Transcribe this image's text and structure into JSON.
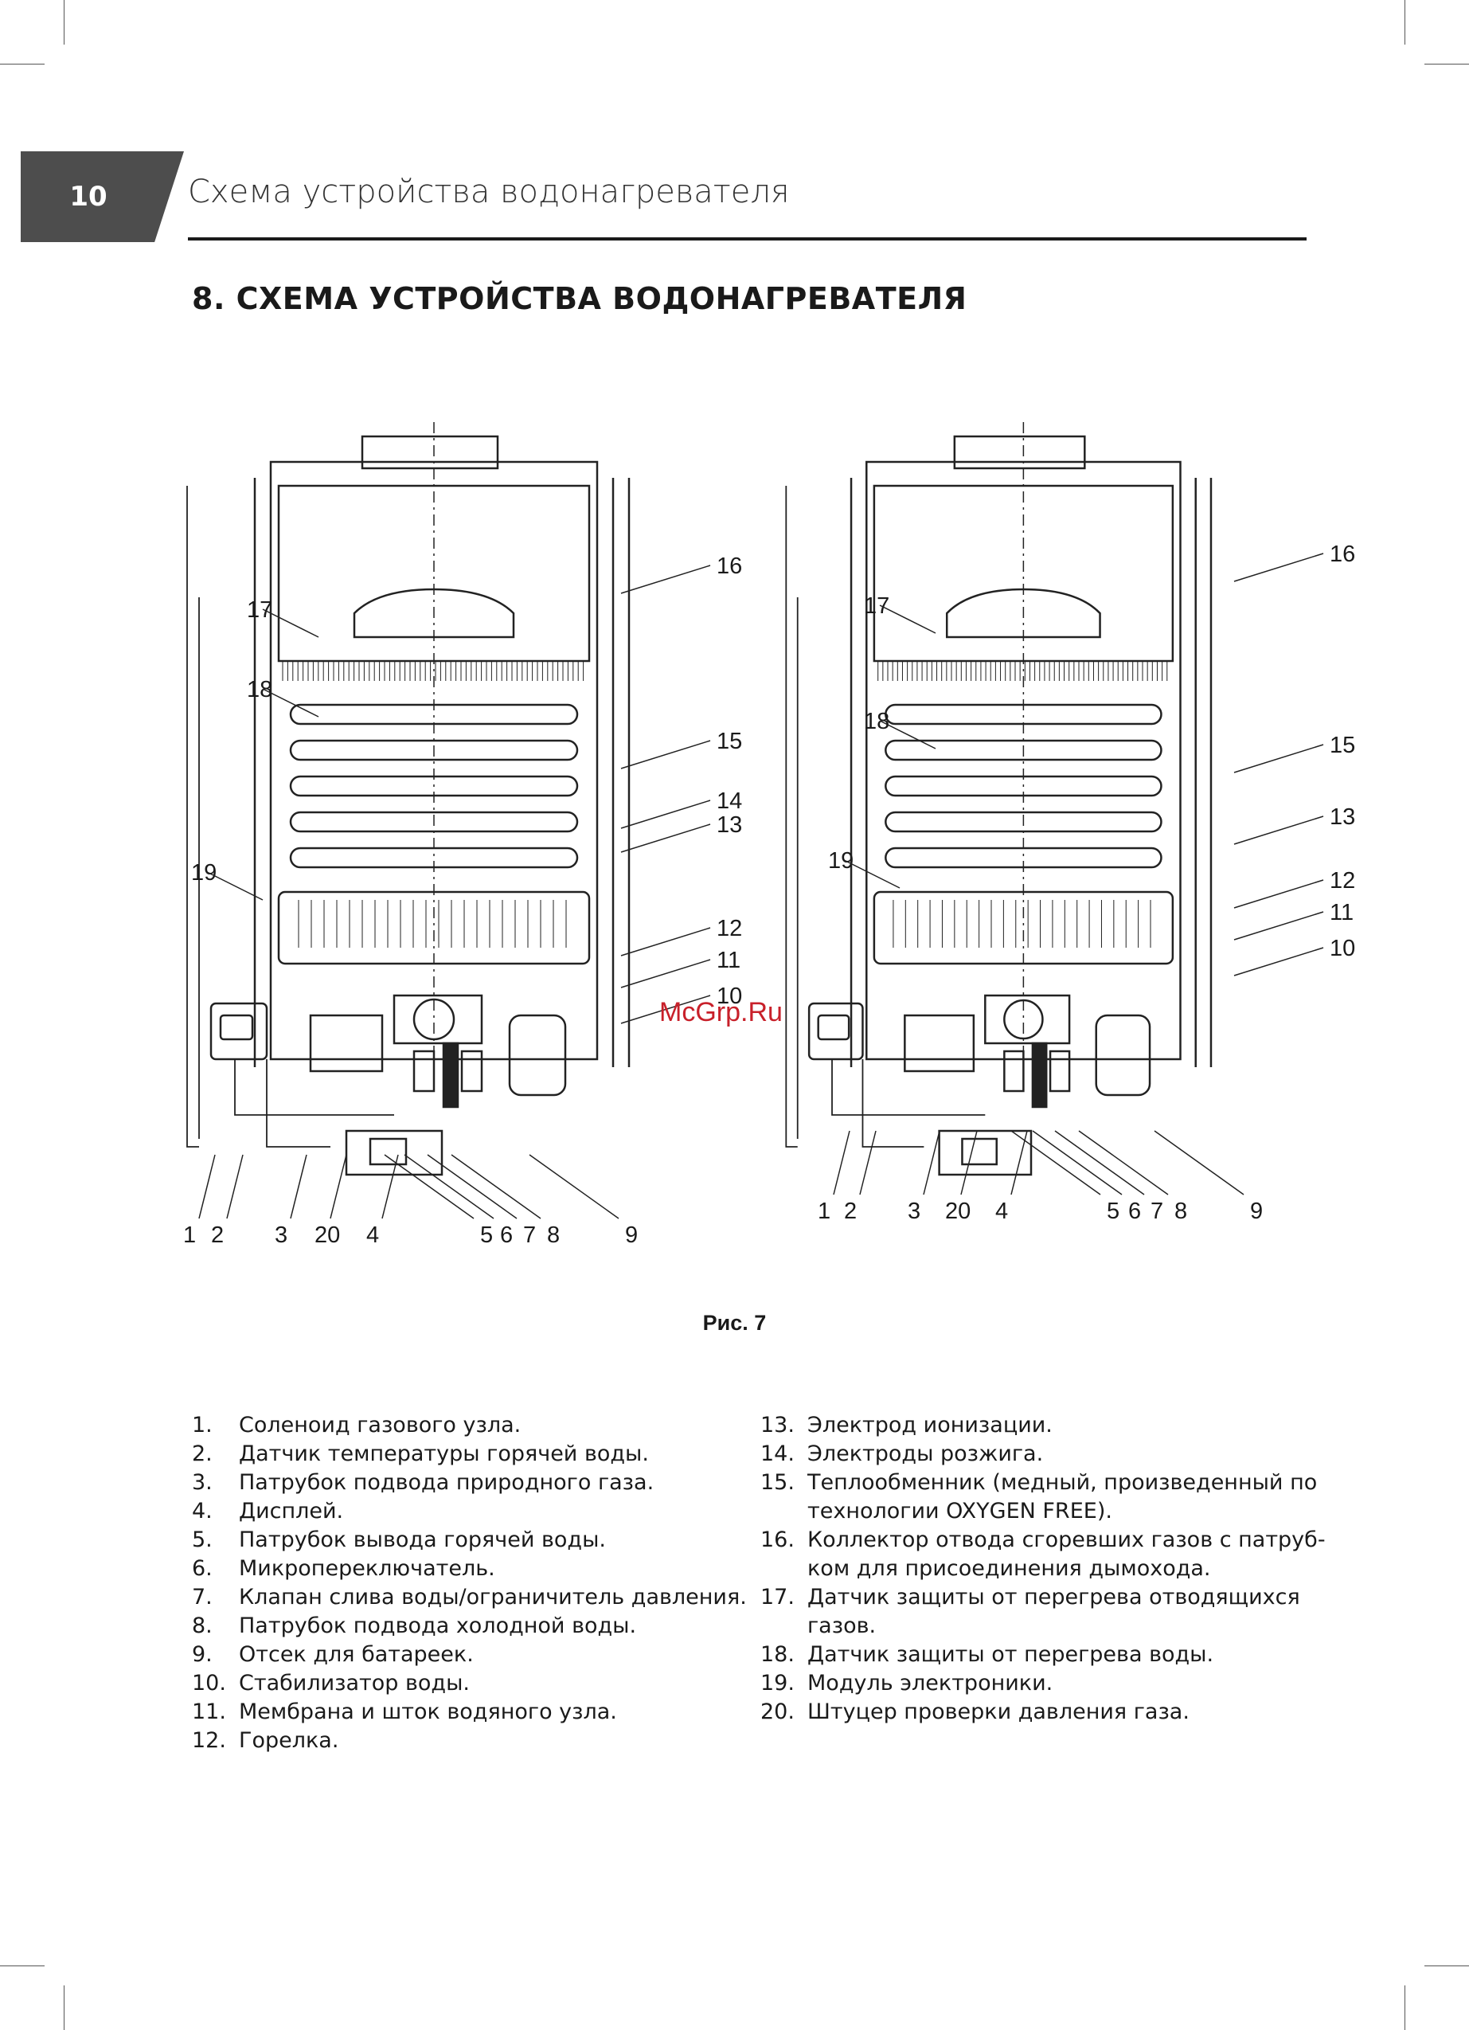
{
  "header": {
    "page_number": "10",
    "running_title": "Схема устройства водонагревателя"
  },
  "section_title": "8. СХЕМА УСТРОЙСТВА ВОДОНАГРЕВАТЕЛЯ",
  "figure": {
    "caption": "Рис. 7",
    "watermark": "McGrp.Ru",
    "left_view_callouts": [
      "16",
      "17",
      "18",
      "15",
      "14",
      "13",
      "19",
      "12",
      "11",
      "10",
      "1",
      "2",
      "3",
      "20",
      "4",
      "5",
      "6",
      "7",
      "8",
      "9"
    ],
    "right_view_callouts": [
      "16",
      "17",
      "18",
      "15",
      "13",
      "19",
      "12",
      "11",
      "10",
      "1",
      "2",
      "3",
      "20",
      "4",
      "5",
      "6",
      "7",
      "8",
      "9"
    ]
  },
  "legend_left": [
    {
      "num": "1.",
      "text": "Соленоид газового узла."
    },
    {
      "num": "2.",
      "text": "Датчик температуры горячей воды."
    },
    {
      "num": "3.",
      "text": "Патрубок подвода природного газа."
    },
    {
      "num": "4.",
      "text": "Дисплей."
    },
    {
      "num": "5.",
      "text": "Патрубок вывода горячей воды."
    },
    {
      "num": "6.",
      "text": "Микропереключатель."
    },
    {
      "num": "7.",
      "text": "Клапан слива воды/ограничитель давления."
    },
    {
      "num": "8.",
      "text": "Патрубок подвода холодной воды."
    },
    {
      "num": "9.",
      "text": "Отсек для батареек."
    },
    {
      "num": "10.",
      "text": "Стабилизатор воды."
    },
    {
      "num": "11.",
      "text": "Мембрана и шток водяного узла."
    },
    {
      "num": "12.",
      "text": "Горелка."
    }
  ],
  "legend_right": [
    {
      "num": "13.",
      "text": "Электрод ионизации."
    },
    {
      "num": "14.",
      "text": "Электроды розжига."
    },
    {
      "num": "15.",
      "text": "Теплообменник (медный, произведенный по технологии OXYGEN FREE)."
    },
    {
      "num": "16.",
      "text": "Коллектор отвода сгоревших газов с патруб-ком для присоединения дымохода."
    },
    {
      "num": "17.",
      "text": "Датчик защиты от перегрева отводящихся газов."
    },
    {
      "num": "18.",
      "text": "Датчик защиты от перегрева воды."
    },
    {
      "num": "19.",
      "text": "Модуль электроники."
    },
    {
      "num": "20.",
      "text": "Штуцер проверки давления газа."
    }
  ]
}
